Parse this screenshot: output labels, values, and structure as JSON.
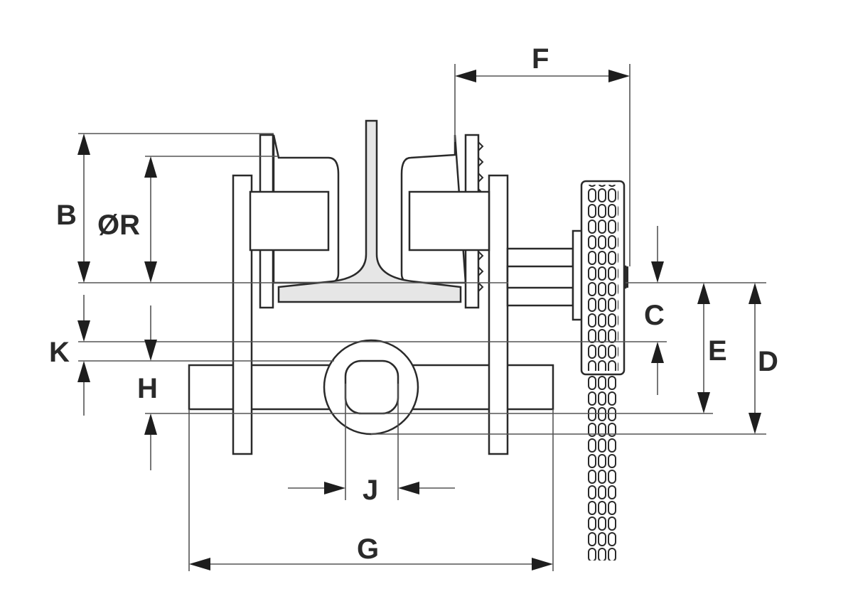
{
  "diagram": {
    "labels": {
      "B": "B",
      "R": "ØR",
      "K": "K",
      "H": "H",
      "F": "F",
      "C": "C",
      "E": "E",
      "D": "D",
      "J": "J",
      "G": "G"
    }
  }
}
